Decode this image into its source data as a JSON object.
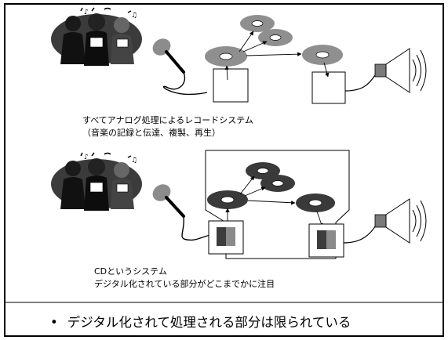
{
  "top_diagram": {
    "caption_line1": "すべてアナログ処理によるレコードシステム",
    "caption_line2": "（音楽の記録と伝達、複製、再生）"
  },
  "bottom_diagram": {
    "caption_line1": "CDというシステム",
    "caption_line2": "デジタル化されている部分がどこまでかに注目"
  },
  "bullet": {
    "marker": "•",
    "text": "デジタル化されて処理される部分は限られている"
  },
  "colors": {
    "disc_light": "#8f8f8f",
    "disc_dark": "#3a3a3a",
    "mic_head": "#8c8c8c",
    "chip_dark": "#3c3c3c",
    "chip_light": "#8a8a8a",
    "speaker_cone": "#7a7a7a",
    "singer_backdrop": "#3b3b3b"
  },
  "icons": [
    "singers-clipart",
    "microphone-icon",
    "disc-icon",
    "box-icon",
    "speaker-icon"
  ]
}
